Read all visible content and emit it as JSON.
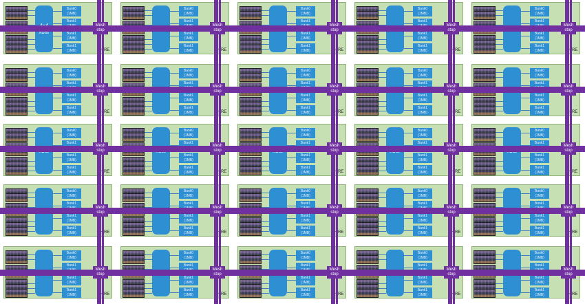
{
  "tile": {
    "xbar_label_first": "4x4 xbar",
    "xbar_label": "xbar",
    "banks": [
      {
        "name": "Bank0",
        "size": "(1MB)"
      },
      {
        "name": "Bank1",
        "size": "(1MB)"
      },
      {
        "name": "Bank1",
        "size": "(1MB)"
      },
      {
        "name": "Bank1",
        "size": "(1MB)"
      }
    ],
    "shire_label": "SHIRE"
  },
  "mesh_stop": {
    "line1": "Mesh",
    "line2": "stop"
  },
  "grid": {
    "rows": 5,
    "cols": 5
  },
  "colors": {
    "tile_bg": "#c6e0b4",
    "xbar": "#2f8fd3",
    "mesh": "#7030a0"
  }
}
